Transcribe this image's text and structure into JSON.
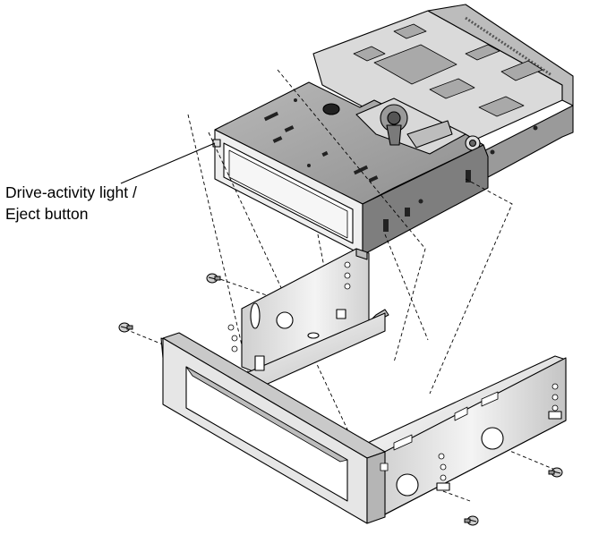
{
  "callout": {
    "line1": "Drive-activity light /",
    "line2": "Eject button"
  },
  "colors": {
    "outline": "#000000",
    "metal_light": "#f0f0f0",
    "metal_mid": "#c8c8c8",
    "metal_dark": "#8a8a8a",
    "board": "#d8d8d8",
    "chip": "#a8a8a8",
    "bezel": "#dcdcdc"
  },
  "components": [
    "tape-drive",
    "drive-bay-adapter-rail",
    "faceplate-bezel",
    "mounting-screw"
  ]
}
